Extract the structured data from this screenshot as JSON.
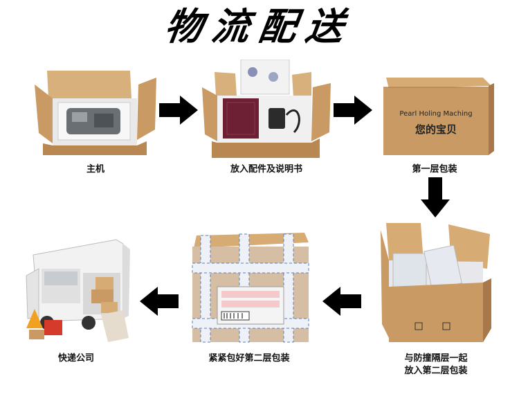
{
  "title": "物流配送",
  "steps": [
    {
      "caption": "主机"
    },
    {
      "caption": "放入配件及说明书"
    },
    {
      "caption": "第一层包装",
      "box_text_en": "Pearl Holing Maching",
      "box_text_cn": "您的宝贝"
    },
    {
      "caption_line1": "与防撞隔层一起",
      "caption_line2": "放入第二层包装"
    },
    {
      "caption": "紧紧包好第二层包装"
    },
    {
      "caption": "快递公司"
    }
  ],
  "colors": {
    "cardboard": "#c99a63",
    "cardboard_dark": "#a8784a",
    "arrow": "#000000",
    "tape": "#5b7fb8"
  }
}
